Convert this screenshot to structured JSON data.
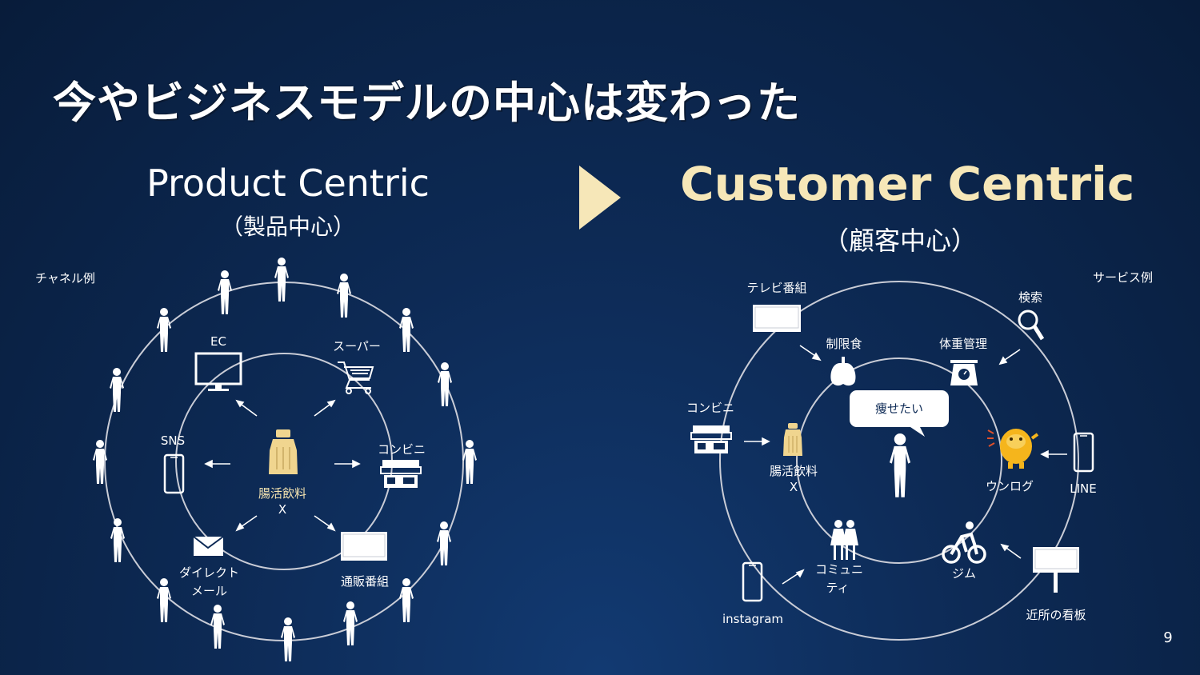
{
  "title": "今やビジネスモデルの中心は変わった",
  "left": {
    "heading": "Product Centric",
    "subheading": "（製品中心）",
    "caption": "チャネル例",
    "center_label": "腸活飲料",
    "center_sub": "X",
    "channels": [
      "EC",
      "スーパー",
      "SNS",
      "コンビニ",
      "ダイレクト",
      "メール",
      "通販番組"
    ]
  },
  "right": {
    "heading": "Customer Centric",
    "subheading": "（顧客中心）",
    "caption": "サービス例",
    "speech": "痩せたい",
    "inner": [
      "制限食",
      "体重管理",
      "腸活飲料",
      "X",
      "ウンログ",
      "コミュニ",
      "ティ",
      "ジム"
    ],
    "outer": [
      "テレビ番組",
      "検索",
      "コンビニ",
      "LINE",
      "instagram",
      "近所の看板"
    ]
  },
  "page_number": "9",
  "colors": {
    "accent": "#f6e7b8",
    "circle": "#c9ccd6",
    "bottle": "#f0d58f"
  }
}
